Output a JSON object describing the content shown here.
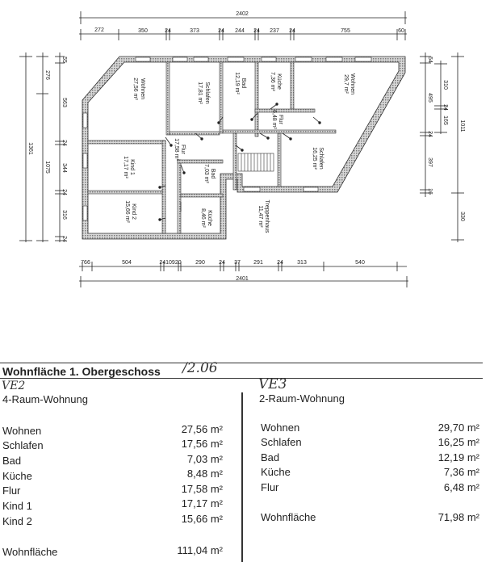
{
  "plan": {
    "dimensions_top": {
      "total": "2402",
      "segments": [
        "272",
        "350",
        "24",
        "373",
        "24",
        "244",
        "24",
        "237",
        "24",
        "755",
        "60"
      ]
    },
    "dimensions_bottom": {
      "total": "2401",
      "segments": [
        "766",
        "504",
        "2410920",
        "290",
        "24",
        "37",
        "291",
        "24",
        "313",
        "540"
      ]
    },
    "dimensions_left": {
      "total": "1361",
      "mid": [
        "276",
        "1075"
      ],
      "segments": [
        "55",
        "563",
        "24",
        "344",
        "24",
        "316",
        "24"
      ]
    },
    "dimensions_right": {
      "total": [
        "1011",
        "330"
      ],
      "mid": [
        "310",
        "24",
        "165"
      ],
      "segments": [
        "54",
        "495",
        "24",
        "397",
        "16"
      ]
    },
    "rooms": [
      {
        "name": "Wohnen",
        "area": "27,56 m²"
      },
      {
        "name": "Schlafen",
        "area": "17,81 m²"
      },
      {
        "name": "Bad",
        "area": "12,19 m²"
      },
      {
        "name": "Küche",
        "area": "7,36 m²"
      },
      {
        "name": "Wohnen",
        "area": "29,7 m²"
      },
      {
        "name": "Flur",
        "area": "6,48 m²"
      },
      {
        "name": "Flur",
        "area": "17,58 m²"
      },
      {
        "name": "Kind 1",
        "area": "17,17 m²"
      },
      {
        "name": "Bad",
        "area": "7,03 m²"
      },
      {
        "name": "Kind 2",
        "area": "15,66 m²"
      },
      {
        "name": "Küche",
        "area": "8,46 m²"
      },
      {
        "name": "Schlafen",
        "area": "16,25 m²"
      },
      {
        "name": "Treppenhaus",
        "area": "11,47 m²"
      }
    ]
  },
  "sheet": {
    "title": "Wohnfläche 1. Obergeschoss",
    "handwritten_date": "/2.06",
    "left": {
      "unit_label": "VE2",
      "type": "4-Raum-Wohnung",
      "rows": [
        {
          "room": "Wohnen",
          "area": "27,56 m²"
        },
        {
          "room": "Schlafen",
          "area": "17,56 m²"
        },
        {
          "room": "Bad",
          "area": "7,03 m²"
        },
        {
          "room": "Küche",
          "area": "8,48 m²"
        },
        {
          "room": "Flur",
          "area": "17,58 m²"
        },
        {
          "room": "Kind 1",
          "area": "17,17 m²"
        },
        {
          "room": "Kind 2",
          "area": "15,66 m²"
        }
      ],
      "total_label": "Wohnfläche",
      "total": "111,04 m²"
    },
    "right": {
      "unit_label": "VE3",
      "type": "2-Raum-Wohnung",
      "rows": [
        {
          "room": "Wohnen",
          "area": "29,70 m²"
        },
        {
          "room": "Schlafen",
          "area": "16,25 m²"
        },
        {
          "room": "Bad",
          "area": "12,19 m²"
        },
        {
          "room": "Küche",
          "area": "7,36 m²"
        },
        {
          "room": "Flur",
          "area": "6,48 m²"
        }
      ],
      "total_label": "Wohnfläche",
      "total": "71,98 m²"
    }
  },
  "colors": {
    "wall_hatch": "#9a9a9a",
    "ink": "#222222",
    "paper": "#ffffff"
  }
}
